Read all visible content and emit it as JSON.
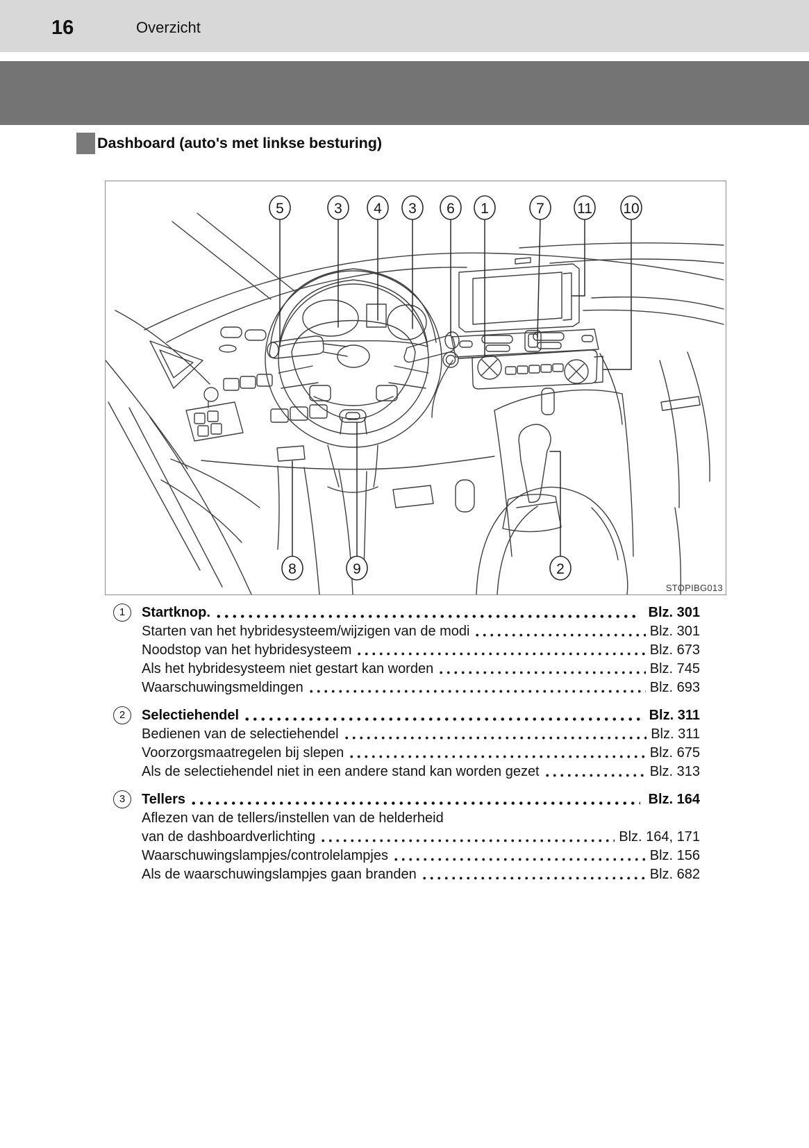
{
  "header": {
    "page_number": "16",
    "section": "Overzicht"
  },
  "section_title": "Dashboard (auto's met linkse besturing)",
  "figure": {
    "code": "STOPIBG013",
    "callouts": {
      "top": [
        "5",
        "3",
        "4",
        "3",
        "6",
        "1",
        "7",
        "11",
        "10"
      ],
      "bottom": [
        "8",
        "9",
        "2"
      ]
    }
  },
  "toc": {
    "entries": [
      {
        "num": "1",
        "title": "Startknop.",
        "page": "Blz. 301",
        "subs": [
          {
            "label": "Starten van het hybridesysteem/wijzigen van de modi",
            "page": "Blz. 301"
          },
          {
            "label": "Noodstop van het hybridesysteem",
            "page": "Blz. 673"
          },
          {
            "label": "Als het hybridesysteem niet gestart kan worden",
            "page": "Blz. 745"
          },
          {
            "label": "Waarschuwingsmeldingen",
            "page": "Blz. 693"
          }
        ]
      },
      {
        "num": "2",
        "title": "Selectiehendel",
        "page": "Blz. 311",
        "subs": [
          {
            "label": "Bedienen van de selectiehendel",
            "page": "Blz. 311"
          },
          {
            "label": "Voorzorgsmaatregelen bij slepen",
            "page": "Blz. 675"
          },
          {
            "label": "Als de selectiehendel niet in een andere stand kan worden gezet",
            "page": "Blz. 313"
          }
        ]
      },
      {
        "num": "3",
        "title": "Tellers",
        "page": "Blz. 164",
        "subs": [
          {
            "label": "Aflezen van de tellers/instellen van de helderheid",
            "page": ""
          },
          {
            "label": "van de dashboardverlichting",
            "page": "Blz. 164, 171"
          },
          {
            "label": "Waarschuwingslampjes/controlelampjes",
            "page": "Blz. 156"
          },
          {
            "label": "Als de waarschuwingslampjes gaan branden",
            "page": "Blz. 682"
          }
        ]
      }
    ]
  },
  "colors": {
    "header_bar": "#d8d8d8",
    "band": "#747474",
    "bullet": "#7a7a7a",
    "shade_light": "#c9c9c9",
    "shade_mid": "#c4c4c4",
    "shade_dark": "#8b8b8b",
    "line": "#3f3f3f"
  }
}
